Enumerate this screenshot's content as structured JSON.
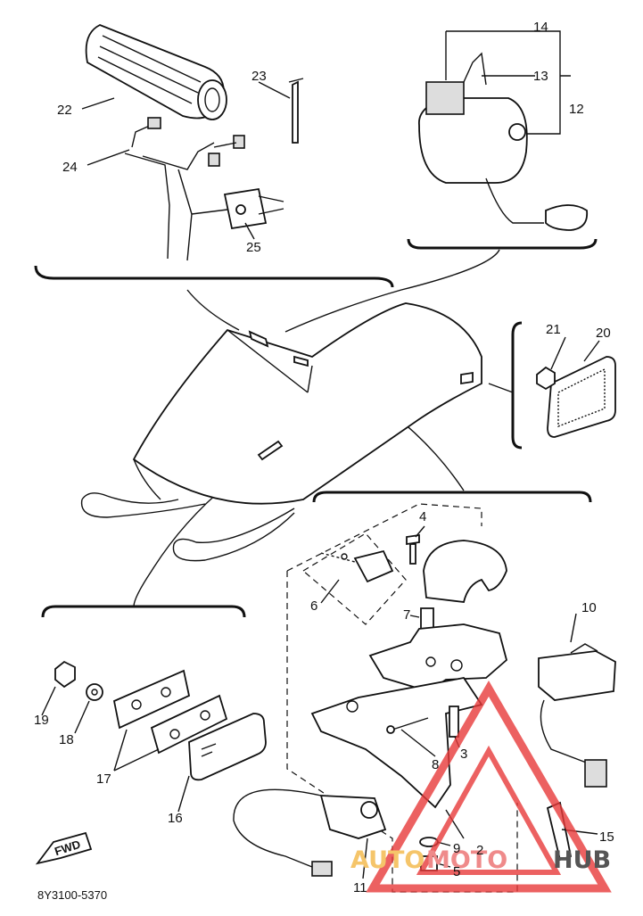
{
  "diagram": {
    "part_numbers": {
      "p2": "2",
      "p3": "3",
      "p4": "4",
      "p5": "5",
      "p6": "6",
      "p7": "7",
      "p8": "8",
      "p9": "9",
      "p10": "10",
      "p11": "11",
      "p12": "12",
      "p13": "13",
      "p14": "14",
      "p15": "15",
      "p16": "16",
      "p17": "17",
      "p18": "18",
      "p19": "19",
      "p20": "20",
      "p21": "21",
      "p22": "22",
      "p23": "23",
      "p24": "24",
      "p25": "25"
    },
    "drawing_code": "8Y3100-5370",
    "fwd_label": "FWD"
  },
  "watermark": {
    "auto": "AUTO",
    "moto": "MOTO",
    "hub": "HUB",
    "colors": {
      "auto": "#f5c56a",
      "moto": "#ef8a8a",
      "hub": "#555555",
      "logo": "#e83a3a"
    }
  }
}
